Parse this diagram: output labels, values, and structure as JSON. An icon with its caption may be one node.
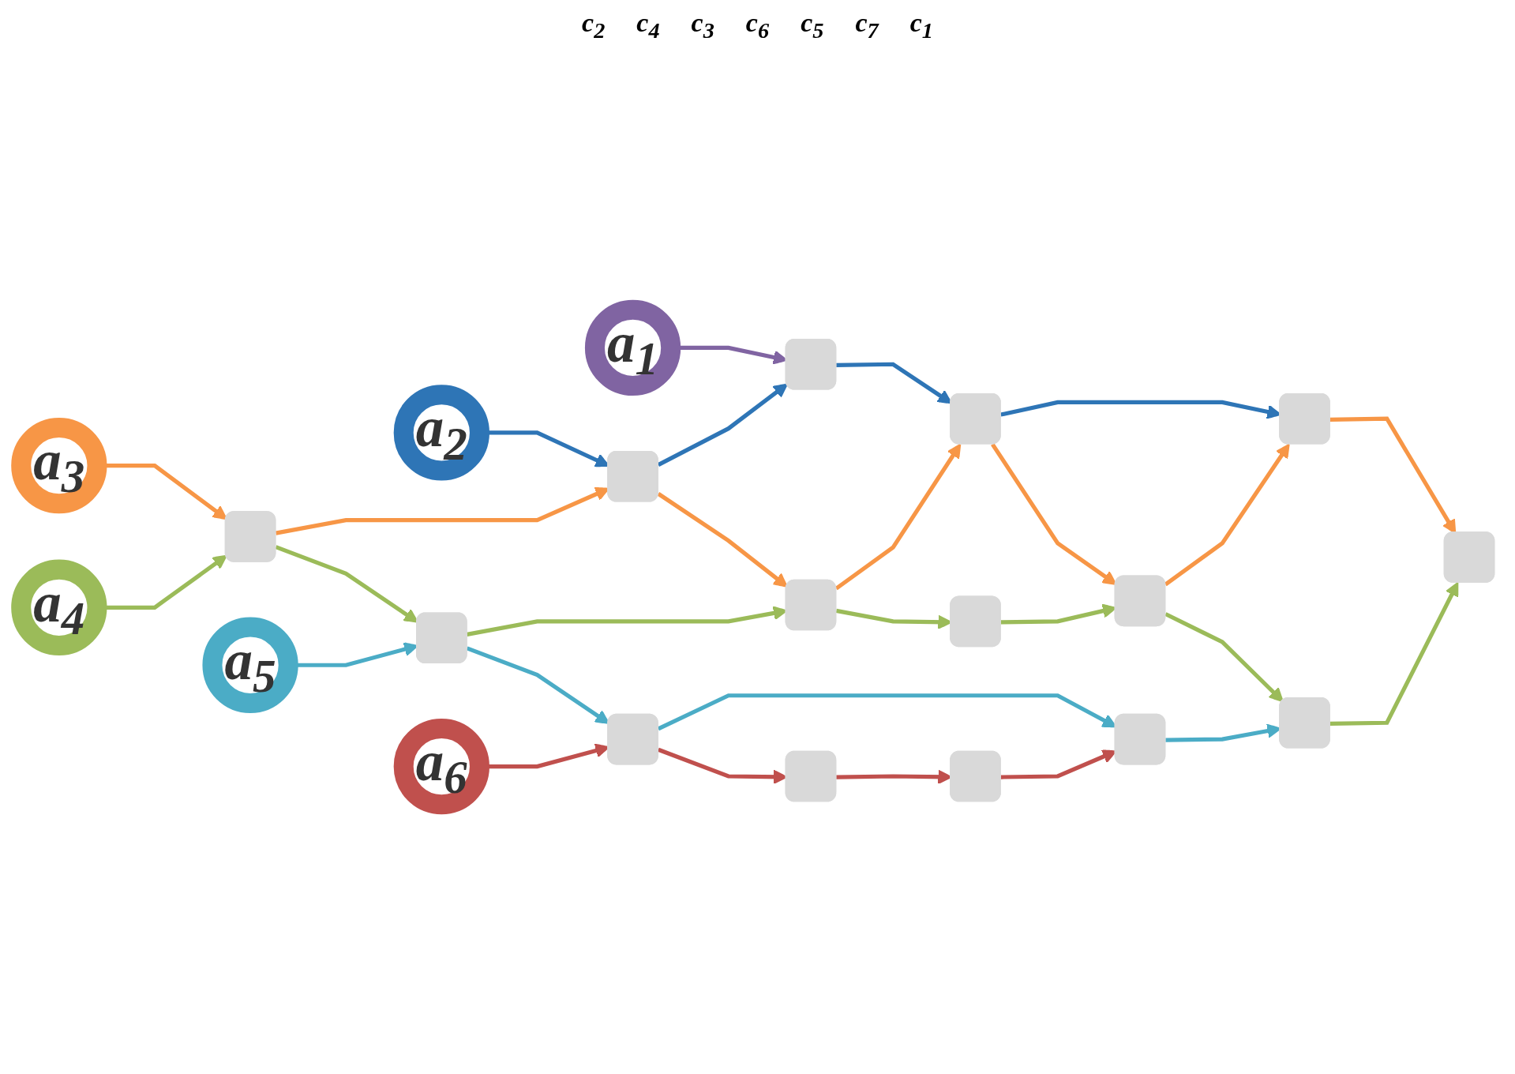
{
  "diagram": {
    "nodes": [
      {
        "text": [
          "a$_{1}$"
        ]
      },
      {
        "text": [],
        "shape": "box"
      },
      {
        "text": [
          "a$_{2}$"
        ]
      },
      {
        "text": [],
        "shape": "box"
      },
      {
        "text": [],
        "shape": "box"
      },
      {
        "text": [],
        "shape": "box"
      },
      {
        "text": [
          "a$_{3}$"
        ]
      },
      {
        "text": [],
        "shape": "box"
      },
      {
        "text": [],
        "shape": "box"
      },
      {
        "text": [],
        "shape": "box"
      },
      {
        "text": [],
        "shape": "box"
      },
      {
        "text": [
          "a$_{4}$"
        ]
      },
      {
        "text": [],
        "shape": "box"
      },
      {
        "text": [],
        "shape": "box"
      },
      {
        "text": [],
        "shape": "box"
      },
      {
        "text": [
          "a$_{5}$"
        ]
      },
      {
        "text": [],
        "shape": "box"
      },
      {
        "text": [],
        "shape": "box"
      },
      {
        "text": [
          "a$_{6}$"
        ]
      },
      {
        "text": [],
        "shape": "box"
      },
      {
        "text": [],
        "shape": "box"
      }
    ],
    "edges": [
      {
        "from": 0,
        "to": 1,
        "arrow": "to",
        "color": "#8064a2"
      },
      {
        "from": 2,
        "to": 3,
        "arrow": "to",
        "color": "#2e75b6"
      },
      {
        "from": 3,
        "to": 1,
        "arrow": "to",
        "color": "#2e75b6"
      },
      {
        "from": 1,
        "to": 4,
        "arrow": "to",
        "color": "#2e75b6"
      },
      {
        "from": 4,
        "to": 5,
        "arrow": "to",
        "color": "#2e75b6"
      },
      {
        "from": 6,
        "to": 7,
        "arrow": "to",
        "color": "#f79646"
      },
      {
        "from": 7,
        "to": 3,
        "arrow": "to",
        "color": "#f79646"
      },
      {
        "from": 3,
        "to": 8,
        "arrow": "to",
        "color": "#f79646"
      },
      {
        "from": 8,
        "to": 4,
        "arrow": "to",
        "color": "#f79646"
      },
      {
        "from": 4,
        "to": 9,
        "arrow": "to",
        "color": "#f79646"
      },
      {
        "from": 9,
        "to": 5,
        "arrow": "to",
        "color": "#f79646"
      },
      {
        "from": 5,
        "to": 10,
        "arrow": "to",
        "color": "#f79646"
      },
      {
        "from": 11,
        "to": 7,
        "arrow": "to",
        "color": "#9bbb59"
      },
      {
        "from": 7,
        "to": 14,
        "arrow": "to",
        "color": "#9bbb59"
      },
      {
        "from": 14,
        "to": 8,
        "arrow": "to",
        "color": "#9bbb59"
      },
      {
        "from": 8,
        "to": 12,
        "arrow": "to",
        "color": "#9bbb59"
      },
      {
        "from": 12,
        "to": 9,
        "arrow": "to",
        "color": "#9bbb59"
      },
      {
        "from": 9,
        "to": 13,
        "arrow": "to",
        "color": "#9bbb59"
      },
      {
        "from": 13,
        "to": 10,
        "arrow": "to",
        "color": "#9bbb59"
      },
      {
        "from": 15,
        "to": 14,
        "arrow": "to",
        "color": "#4bacc6"
      },
      {
        "from": 14,
        "to": 16,
        "arrow": "to",
        "color": "#4bacc6"
      },
      {
        "from": 16,
        "to": 17,
        "arrow": "to",
        "color": "#4bacc6"
      },
      {
        "from": 17,
        "to": 13,
        "arrow": "to",
        "color": "#4bacc6"
      },
      {
        "from": 18,
        "to": 16,
        "arrow": "to",
        "color": "#c0504d"
      },
      {
        "from": 16,
        "to": 19,
        "arrow": "to",
        "color": "#c0504d"
      },
      {
        "from": 19,
        "to": 20,
        "arrow": "to",
        "color": "#c0504d"
      },
      {
        "from": 20,
        "to": 17,
        "arrow": "to",
        "color": "#c0504d"
      }
    ],
    "labels": [
      "c$_{2}$",
      "c$_{4}$",
      "c$_{3}$",
      "c$_{6}$",
      "c$_{5}$",
      "c$_{7}$",
      "c$_{1}$"
    ]
  }
}
